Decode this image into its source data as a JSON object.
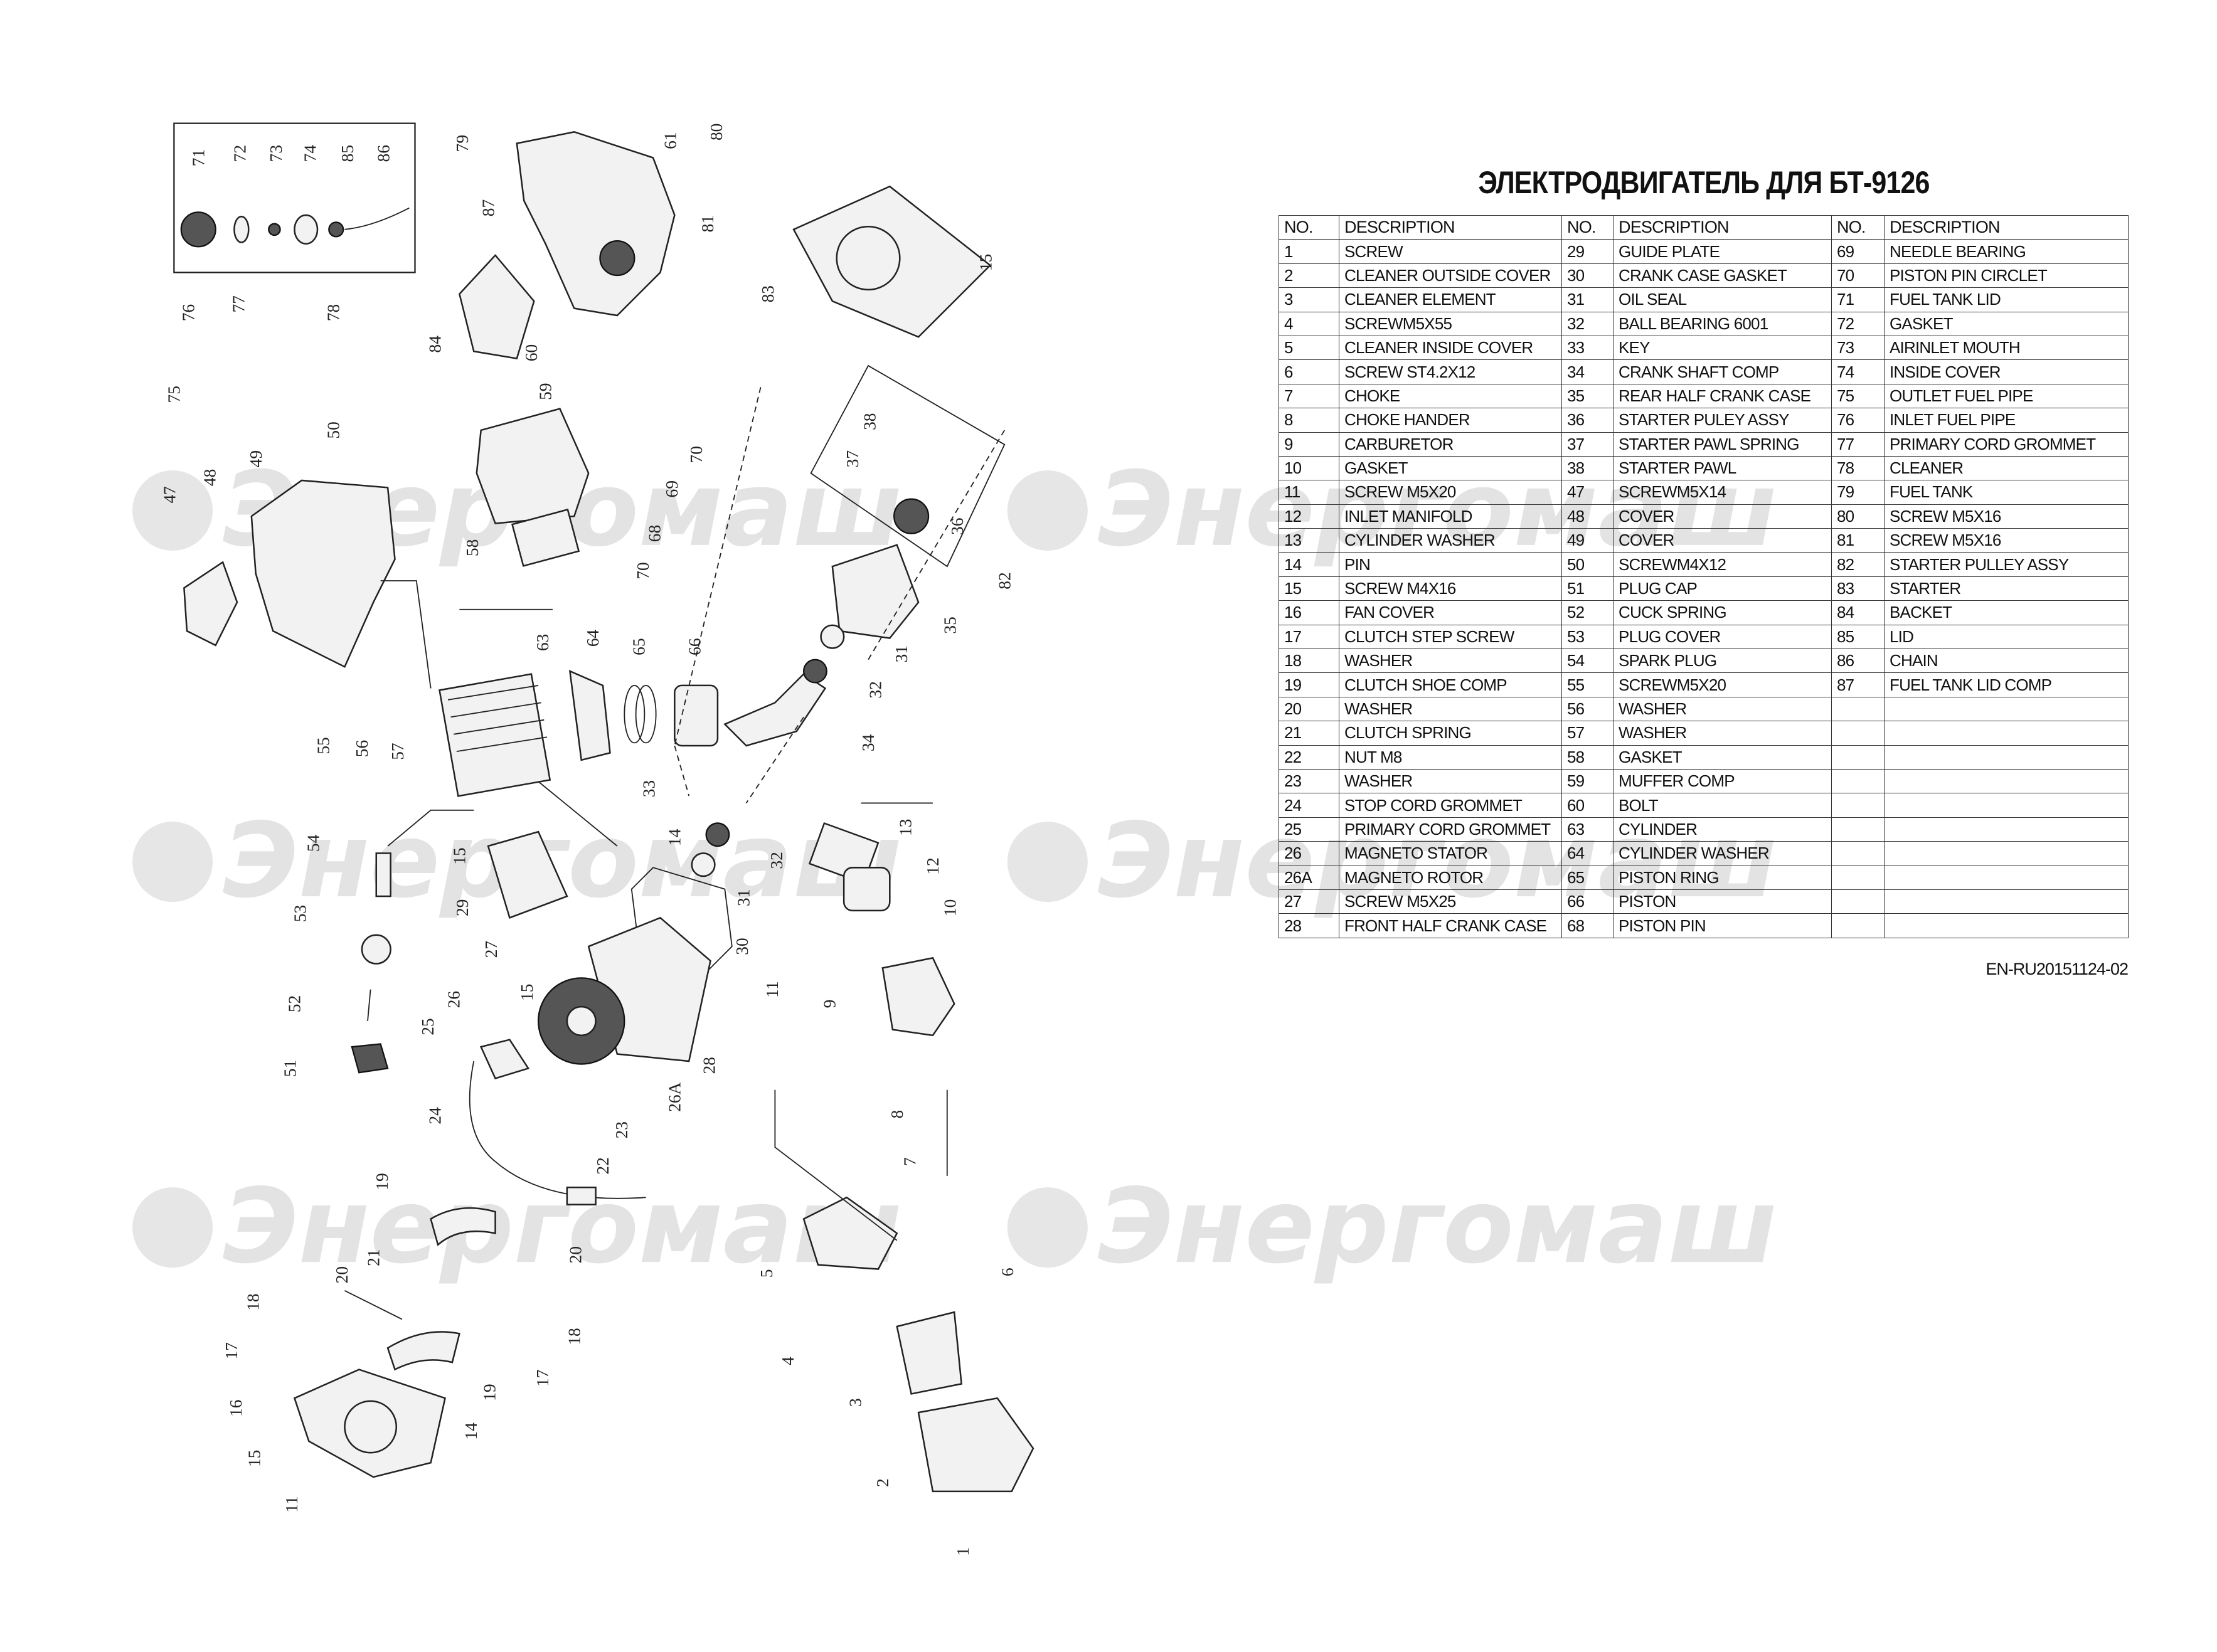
{
  "title": "ЭЛЕКТРОДВИГАТЕЛЬ ДЛЯ БТ-9126",
  "table": {
    "headers": [
      "NO.",
      "DESCRIPTION",
      "NO.",
      "DESCRIPTION",
      "NO.",
      "DESCRIPTION"
    ],
    "rows": [
      [
        "1",
        "SCREW",
        "29",
        "GUIDE PLATE",
        "69",
        "NEEDLE BEARING"
      ],
      [
        "2",
        "CLEANER OUTSIDE COVER",
        "30",
        "CRANK CASE GASKET",
        "70",
        "PISTON PIN CIRCLET"
      ],
      [
        "3",
        "CLEANER ELEMENT",
        "31",
        "OIL SEAL",
        "71",
        "FUEL TANK LID"
      ],
      [
        "4",
        "SCREWM5X55",
        "32",
        "BALL BEARING 6001",
        "72",
        "GASKET"
      ],
      [
        "5",
        "CLEANER INSIDE COVER",
        "33",
        "KEY",
        "73",
        "AIRINLET MOUTH"
      ],
      [
        "6",
        "SCREW ST4.2X12",
        "34",
        "CRANK SHAFT COMP",
        "74",
        "INSIDE COVER"
      ],
      [
        "7",
        "CHOKE",
        "35",
        "REAR HALF CRANK CASE",
        "75",
        "OUTLET FUEL PIPE"
      ],
      [
        "8",
        "CHOKE HANDER",
        "36",
        "STARTER PULEY ASSY",
        "76",
        "INLET FUEL PIPE"
      ],
      [
        "9",
        "CARBURETOR",
        "37",
        "STARTER PAWL SPRING",
        "77",
        "PRIMARY CORD GROMMET"
      ],
      [
        "10",
        "GASKET",
        "38",
        "STARTER PAWL",
        "78",
        "CLEANER"
      ],
      [
        "11",
        "SCREW M5X20",
        "47",
        "SCREWM5X14",
        "79",
        "FUEL TANK"
      ],
      [
        "12",
        "INLET MANIFOLD",
        "48",
        "COVER",
        "80",
        "SCREW M5X16"
      ],
      [
        "13",
        "CYLINDER WASHER",
        "49",
        "COVER",
        "81",
        "SCREW M5X16"
      ],
      [
        "14",
        "PIN",
        "50",
        "SCREWM4X12",
        "82",
        "STARTER PULLEY ASSY"
      ],
      [
        "15",
        "SCREW M4X16",
        "51",
        "PLUG CAP",
        "83",
        "STARTER"
      ],
      [
        "16",
        "FAN COVER",
        "52",
        "CUCK SPRING",
        "84",
        "BACKET"
      ],
      [
        "17",
        "CLUTCH STEP SCREW",
        "53",
        "PLUG COVER",
        "85",
        "LID"
      ],
      [
        "18",
        "WASHER",
        "54",
        "SPARK PLUG",
        "86",
        "CHAIN"
      ],
      [
        "19",
        "CLUTCH SHOE COMP",
        "55",
        "SCREWM5X20",
        "87",
        "FUEL TANK LID COMP"
      ],
      [
        "20",
        "WASHER",
        "56",
        "WASHER",
        "",
        ""
      ],
      [
        "21",
        "CLUTCH SPRING",
        "57",
        "WASHER",
        "",
        ""
      ],
      [
        "22",
        "NUT M8",
        "58",
        "GASKET",
        "",
        ""
      ],
      [
        "23",
        "WASHER",
        "59",
        "MUFFER COMP",
        "",
        ""
      ],
      [
        "24",
        "STOP CORD GROMMET",
        "60",
        "BOLT",
        "",
        ""
      ],
      [
        "25",
        "PRIMARY CORD GROMMET",
        "63",
        "CYLINDER",
        "",
        ""
      ],
      [
        "26",
        "MAGNETO STATOR",
        "64",
        "CYLINDER WASHER",
        "",
        ""
      ],
      [
        "26A",
        "MAGNETO ROTOR",
        "65",
        "PISTON RING",
        "",
        ""
      ],
      [
        "27",
        "SCREW M5X25",
        "66",
        "PISTON",
        "",
        ""
      ],
      [
        "28",
        "FRONT HALF CRANK CASE",
        "68",
        "PISTON PIN",
        "",
        ""
      ]
    ]
  },
  "footer_code": "EN-RU20151124-02",
  "watermark": "Энергомаш",
  "diagram": {
    "callouts": [
      "71",
      "72",
      "73",
      "74",
      "85",
      "86",
      "87",
      "79",
      "61",
      "80",
      "81",
      "76",
      "77",
      "78",
      "75",
      "60",
      "59",
      "84",
      "83",
      "15",
      "50",
      "49",
      "48",
      "47",
      "70",
      "69",
      "68",
      "70",
      "38",
      "37",
      "36",
      "82",
      "35",
      "31",
      "32",
      "34",
      "33",
      "66",
      "65",
      "64",
      "63",
      "58",
      "55",
      "56",
      "57",
      "54",
      "53",
      "52",
      "51",
      "15",
      "14",
      "32",
      "31",
      "30",
      "29",
      "27",
      "15",
      "26",
      "25",
      "28",
      "26A",
      "23",
      "22",
      "24",
      "13",
      "12",
      "10",
      "11",
      "9",
      "8",
      "7",
      "6",
      "5",
      "4",
      "3",
      "2",
      "1",
      "19",
      "21",
      "20",
      "20",
      "18",
      "18",
      "17",
      "17",
      "19",
      "14",
      "16",
      "15",
      "11"
    ]
  }
}
